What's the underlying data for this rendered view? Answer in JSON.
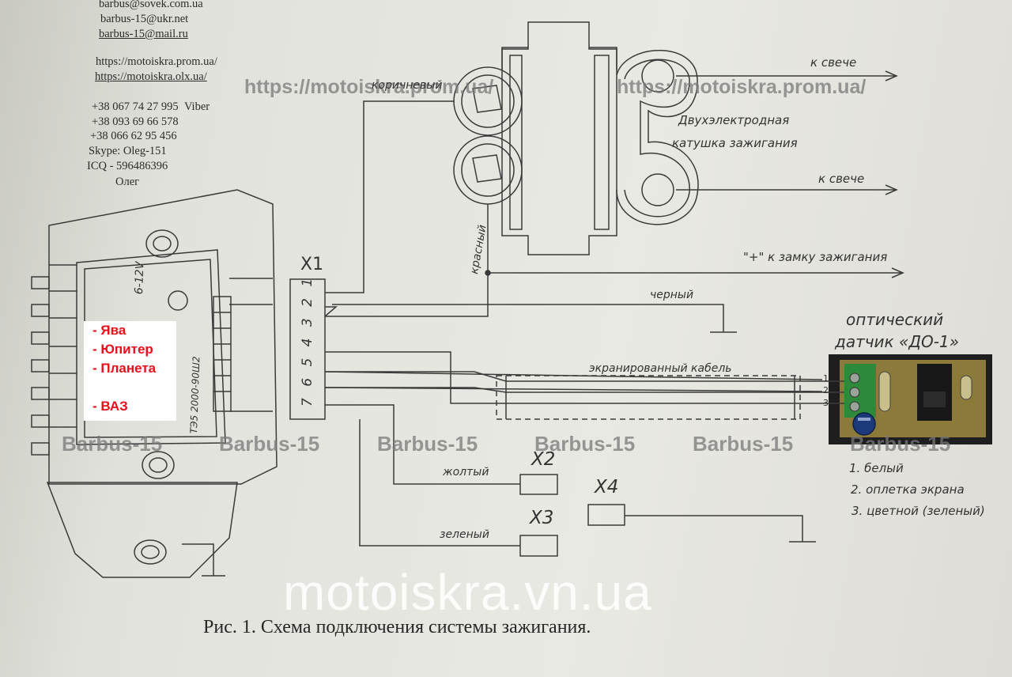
{
  "contacts": {
    "email_1": "barbus@sovek.com.ua",
    "email_2": "barbus-15@ukr.net",
    "email_3": "barbus-15@mail.ru",
    "site_1": "https://motoiskra.prom.ua/",
    "site_2": "https://motoiskra.olx.ua/",
    "phone_1": "+38 067 74 27 995",
    "phone_1_note": "Viber",
    "phone_2": "+38 093 69 66 578",
    "phone_3": "+38 066 62 95 456",
    "skype": "Skype: Oleg-151",
    "icq": "ICQ - 596486396",
    "name": "Олег"
  },
  "watermarks": {
    "site_left": "https://motoiskra.prom.ua/",
    "site_right": "https://motoiskra.prom.ua/",
    "barbus": "Barbus-15",
    "big": "motoiskra.vn.ua"
  },
  "applications": [
    "- Ява",
    "- Юпитер",
    "- Планета",
    "- ВАЗ"
  ],
  "module": {
    "voltage": "6-12V",
    "part_number": "TЭ5 2000-90Ш2"
  },
  "connector_x1": {
    "label": "X1",
    "pins": "7 6 5 4 3 2 1"
  },
  "connectors": {
    "x2": "X2",
    "x3": "X3",
    "x4": "X4"
  },
  "wires": {
    "brown": "коричневый",
    "red": "красный",
    "black": "черный",
    "shielded": "экранированный кабель",
    "yellow": "жолтый",
    "green": "зеленый"
  },
  "coil": {
    "line1": "Двухэлектродная",
    "line2": "катушка зажигания"
  },
  "outputs": {
    "to_plug_1": "к свече",
    "to_plug_2": "к свече",
    "to_switch": "\"+\" к замку зажигания"
  },
  "sensor": {
    "title_1": "оптический",
    "title_2": "датчик «ДО-1»",
    "pins": [
      "1",
      "2",
      "3"
    ],
    "legend_1": "1. белый",
    "legend_2": "2. оплетка экрана",
    "legend_3": "3. цветной (зеленый)"
  },
  "caption": "Рис. 1. Схема подключения системы зажигания."
}
